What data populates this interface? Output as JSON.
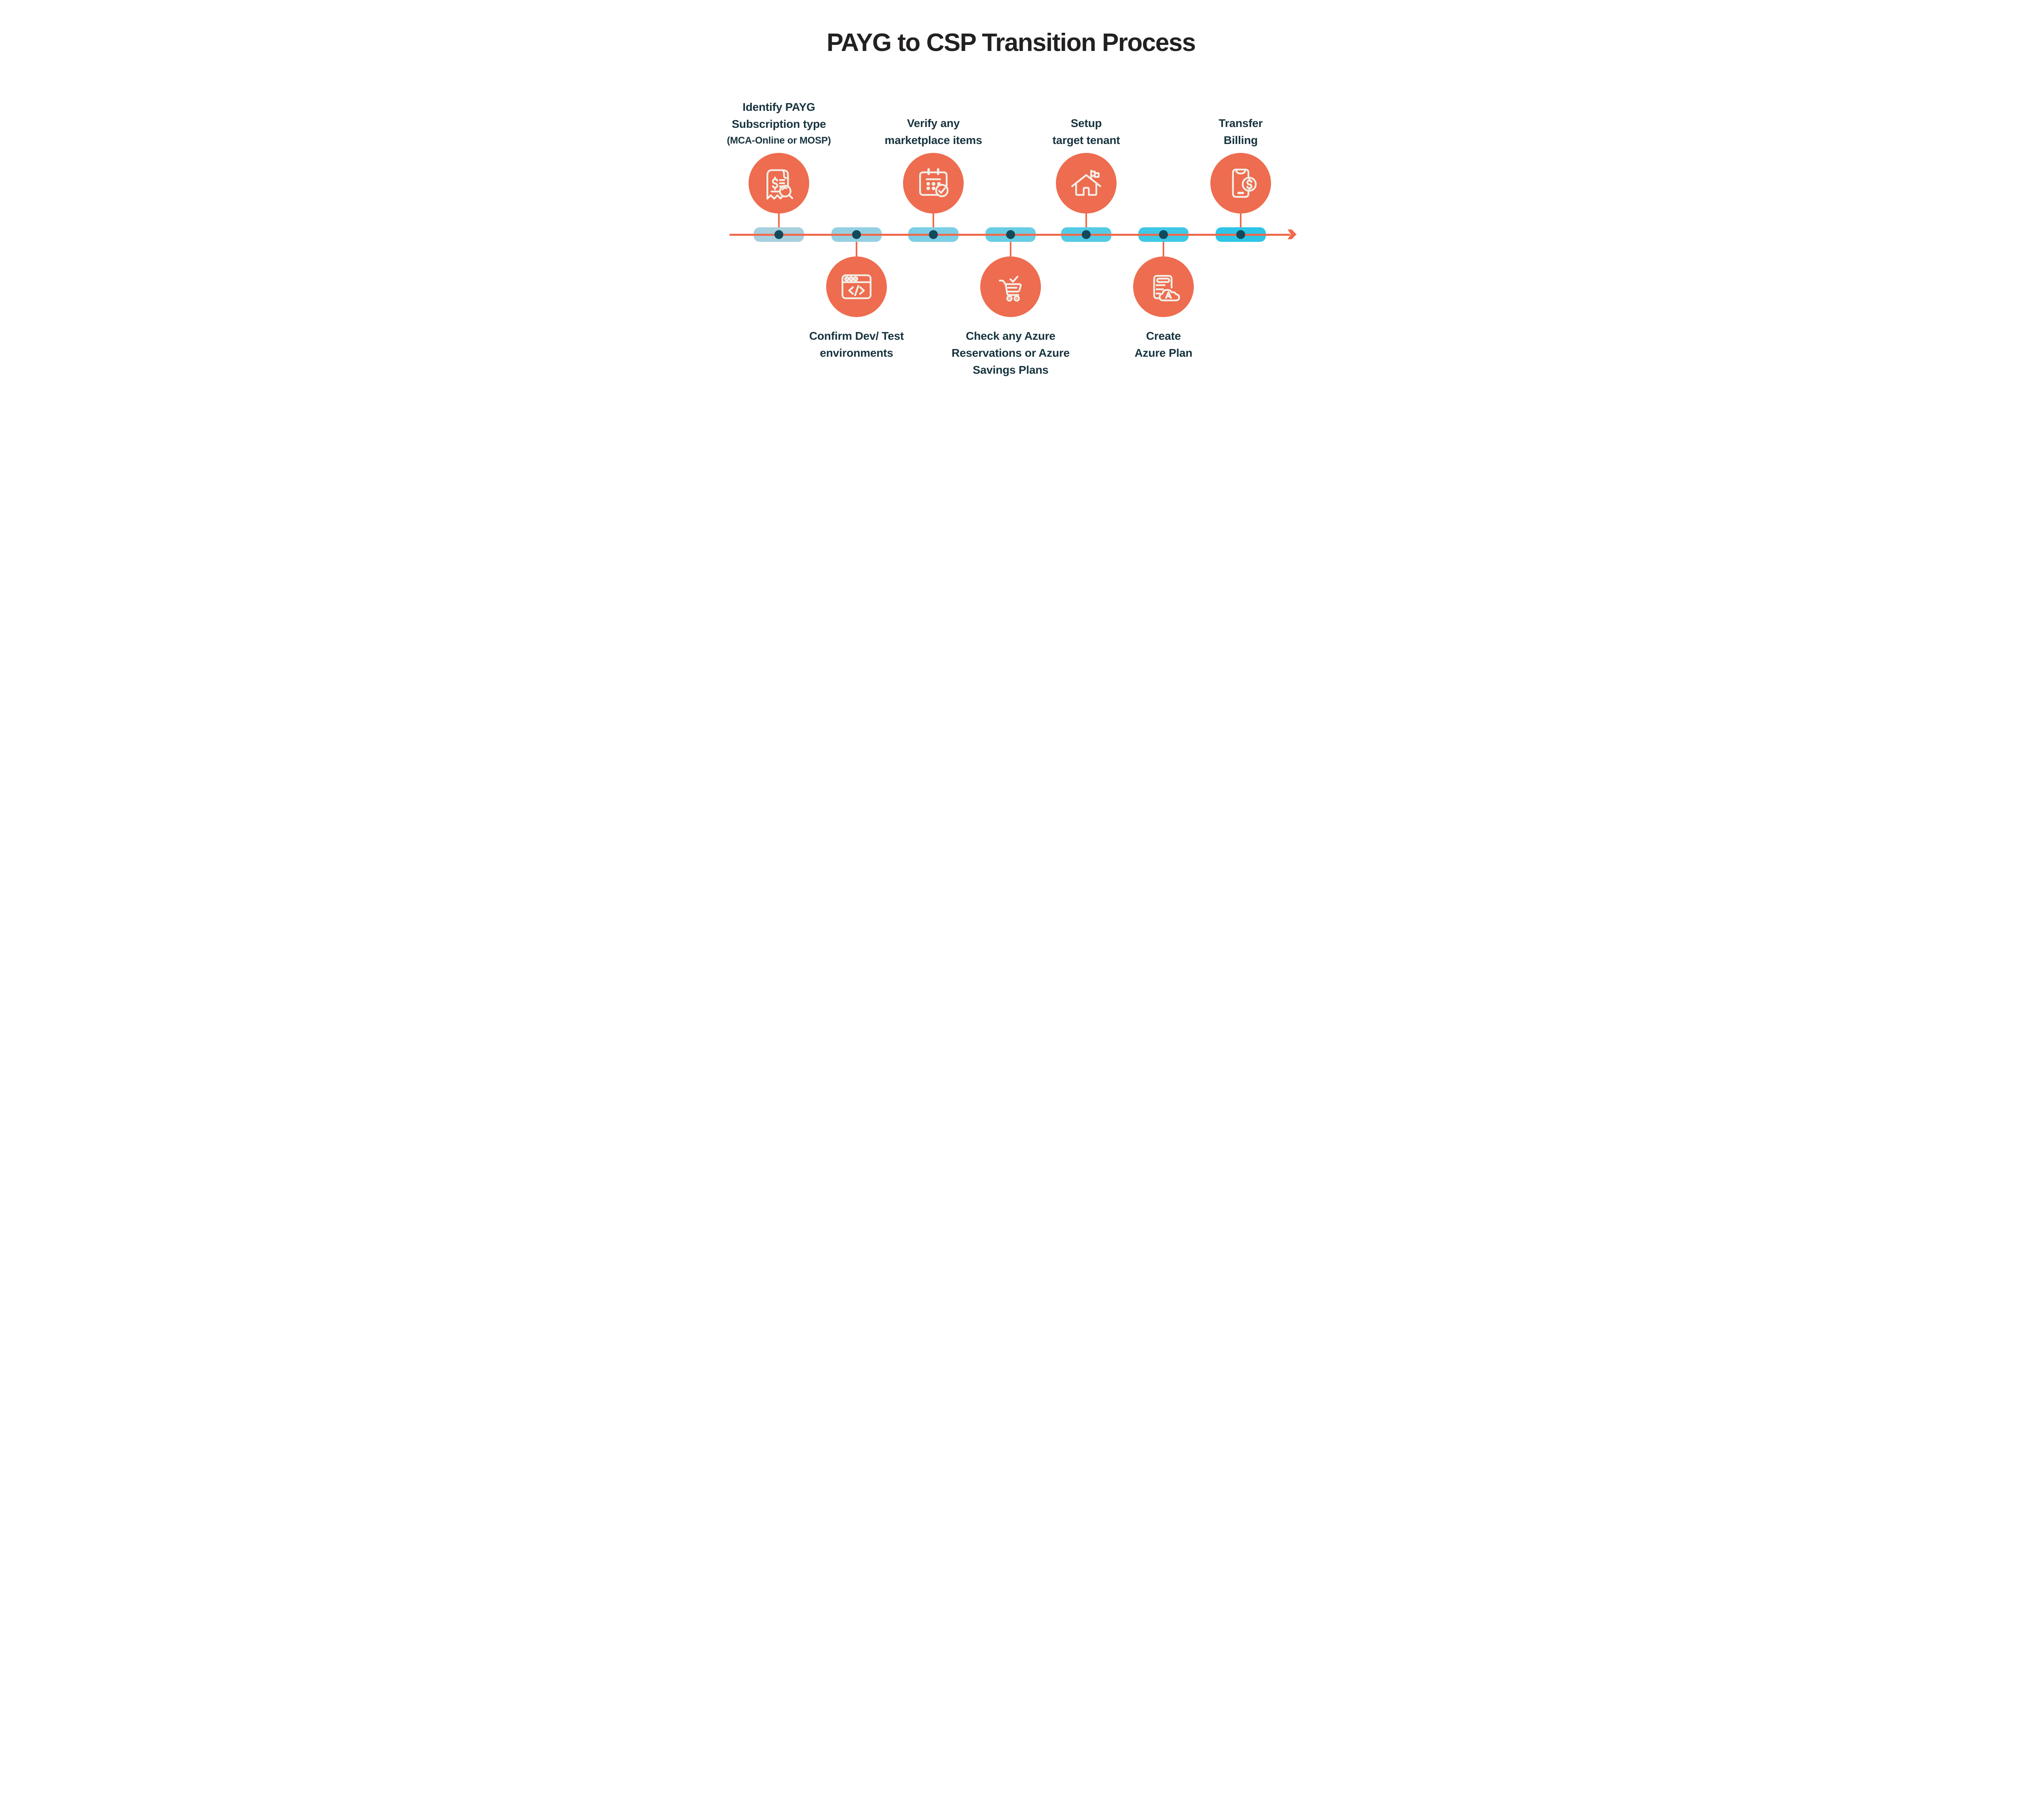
{
  "title": "PAYG to CSP Transition Process",
  "colors": {
    "coral_accent": "#F0694C",
    "circle_fill": "#EE6C4F",
    "dot_fill": "#12495C",
    "icon_stroke": "#F2EFE8",
    "title_text": "#232021",
    "label_text": "#17333E"
  },
  "timeline": {
    "direction": "left-to-right",
    "arrow_icon": "arrow-right"
  },
  "steps": [
    {
      "label_lines": [
        "Identify PAYG",
        "Subscription type"
      ],
      "sub_line": "(MCA-Online or MOSP)",
      "icon": "receipt-search",
      "side": "top",
      "pill_color": "#A7CFDE"
    },
    {
      "label_lines": [
        "Confirm Dev/ Test",
        "environments"
      ],
      "icon": "code-window",
      "side": "bottom",
      "pill_color": "#95D0E2"
    },
    {
      "label_lines": [
        "Verify any",
        "marketplace items"
      ],
      "icon": "calendar-check",
      "side": "top",
      "pill_color": "#7CCFE4"
    },
    {
      "label_lines": [
        "Check any Azure",
        "Reservations or Azure",
        "Savings Plans"
      ],
      "icon": "cart-check",
      "side": "bottom",
      "pill_color": "#69CDE4"
    },
    {
      "label_lines": [
        "Setup",
        "target tenant"
      ],
      "icon": "house-flag",
      "side": "top",
      "pill_color": "#55CAE5"
    },
    {
      "label_lines": [
        "Create",
        "Azure Plan"
      ],
      "icon": "document-cloud",
      "side": "bottom",
      "pill_color": "#3FC8E6"
    },
    {
      "label_lines": [
        "Transfer",
        "Billing"
      ],
      "icon": "phone-dollar",
      "side": "top",
      "pill_color": "#2EC5E7"
    }
  ]
}
